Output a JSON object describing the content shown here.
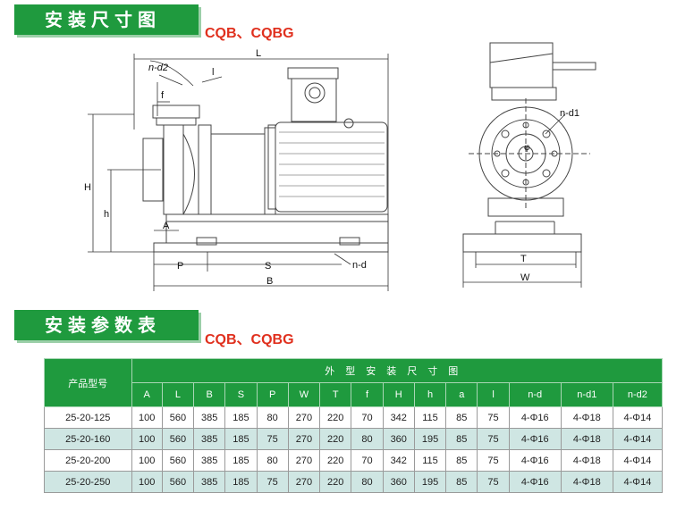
{
  "section1": {
    "title": "安装尺寸图",
    "subtitle": "CQB、CQBG"
  },
  "section2": {
    "title": "安装参数表",
    "subtitle": "CQB、CQBG"
  },
  "drawing_labels": {
    "nd2": "n-d2",
    "L": "L",
    "l": "l",
    "f": "f",
    "H": "H",
    "h": "h",
    "A": "A",
    "P": "P",
    "S": "S",
    "nd": "n-d",
    "B": "B",
    "nd1": "n-d1",
    "T": "T",
    "W": "W",
    "phi": "φ"
  },
  "table": {
    "model_header": "产品型号",
    "group_header": "外型安装尺寸图",
    "columns": [
      "A",
      "L",
      "B",
      "S",
      "P",
      "W",
      "T",
      "f",
      "H",
      "h",
      "a",
      "l",
      "n-d",
      "n-d1",
      "n-d2"
    ],
    "rows": [
      [
        "25-20-125",
        "100",
        "560",
        "385",
        "185",
        "80",
        "270",
        "220",
        "70",
        "342",
        "115",
        "85",
        "75",
        "4-Φ16",
        "4-Φ18",
        "4-Φ14"
      ],
      [
        "25-20-160",
        "100",
        "560",
        "385",
        "185",
        "75",
        "270",
        "220",
        "80",
        "360",
        "195",
        "85",
        "75",
        "4-Φ16",
        "4-Φ18",
        "4-Φ14"
      ],
      [
        "25-20-200",
        "100",
        "560",
        "385",
        "185",
        "80",
        "270",
        "220",
        "70",
        "342",
        "115",
        "85",
        "75",
        "4-Φ16",
        "4-Φ18",
        "4-Φ14"
      ],
      [
        "25-20-250",
        "100",
        "560",
        "385",
        "185",
        "75",
        "270",
        "220",
        "80",
        "360",
        "195",
        "85",
        "75",
        "4-Φ16",
        "4-Φ18",
        "4-Φ14"
      ]
    ]
  },
  "colors": {
    "banner": "#1f9a3e",
    "subtitle": "#e0301e",
    "row_alt": "#cfe6e3"
  }
}
